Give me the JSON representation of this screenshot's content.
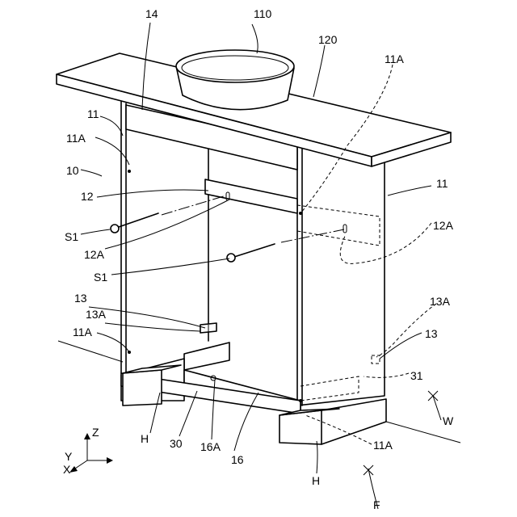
{
  "labels": {
    "l110": "110",
    "l120": "120",
    "l14": "14",
    "l11a_top_right": "11A",
    "l11_left": "11",
    "l11a_left_upper": "11A",
    "l10": "10",
    "l12": "12",
    "l11_right": "11",
    "l12a_right": "12A",
    "l12a_left": "12A",
    "l31": "31",
    "l13_right": "13",
    "l13a_right": "13A",
    "l13_left": "13",
    "l13a_left": "13A",
    "l11a_left_lower": "11A",
    "l30": "30",
    "l16a": "16A",
    "l16": "16",
    "l11a_bottom": "11A",
    "l_s1_upper": "S1",
    "l_s1_lower": "S1",
    "l_h_left": "H",
    "l_h_right": "H",
    "l_w": "W",
    "l_f": "F",
    "axis_z": "Z",
    "axis_y": "Y",
    "axis_x": "X"
  }
}
